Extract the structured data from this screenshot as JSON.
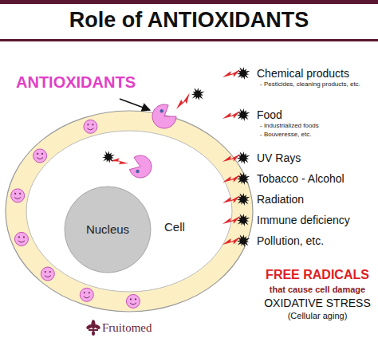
{
  "diagram": {
    "title": "Role of ANTIOXIDANTS",
    "nodes": [
      {
        "text": [
          "Cell"
        ]
      },
      {
        "text": [
          "Nucleus"
        ],
        "in": 0
      }
    ],
    "labels": [
      "ANTIOXIDANTS",
      "Chemical products",
      "- Pesticides, cleaning products, etc.",
      "Food",
      "- Industrialized foods",
      "- Bouveresse, etc.",
      "UV Rays",
      "Tobacco - Alcohol",
      "Radiation",
      "Immune deficiency",
      "Pollution, etc.",
      "FREE RADICALS",
      "that cause cell damage",
      "OXIDATIVE STRESS",
      "(Cellular aging)",
      "Fruitomed"
    ]
  }
}
